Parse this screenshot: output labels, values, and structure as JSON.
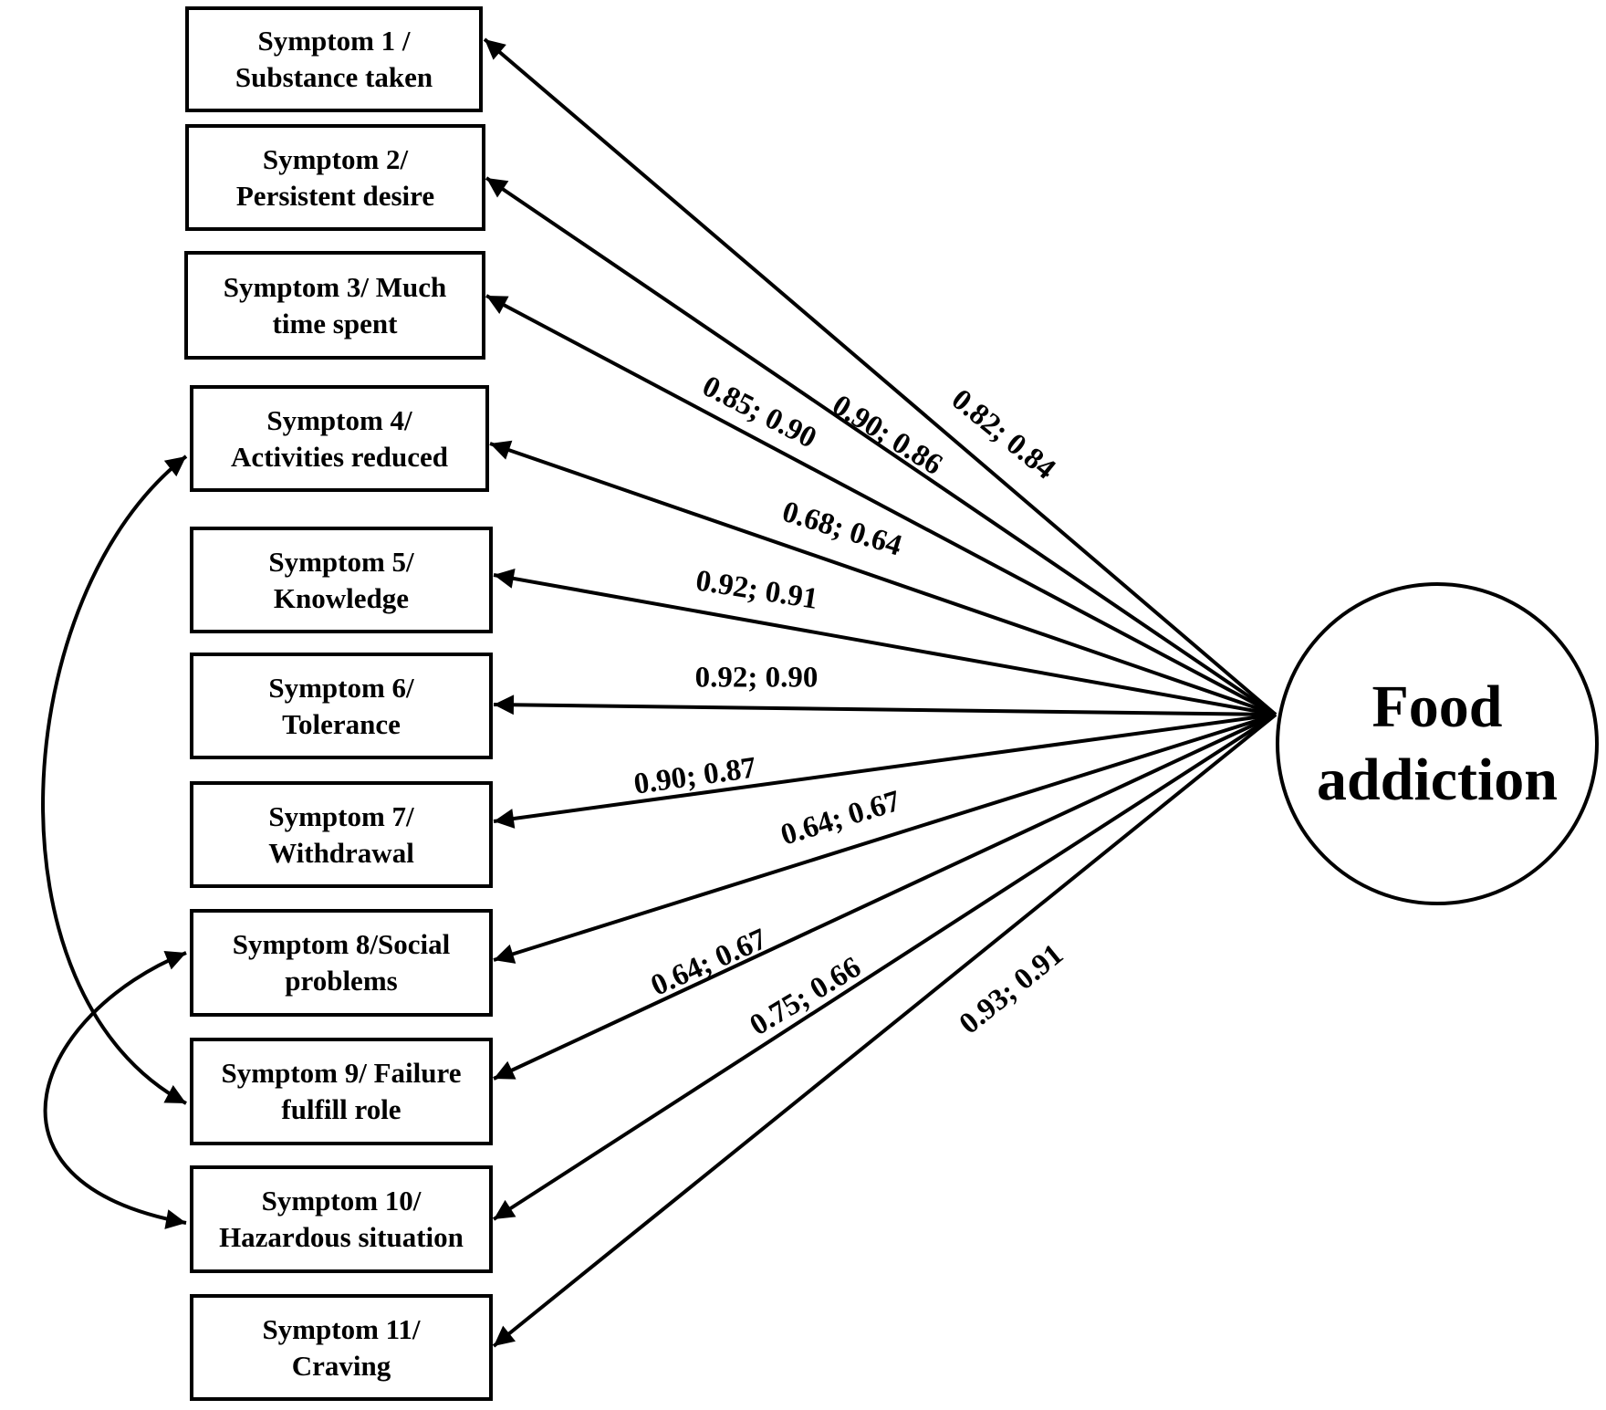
{
  "factor": {
    "label": "Food\naddiction"
  },
  "symptoms": [
    {
      "label": "Symptom 1 /\nSubstance taken",
      "loading": "0.82; 0.84"
    },
    {
      "label": "Symptom 2/\nPersistent desire",
      "loading": "0.90; 0.86"
    },
    {
      "label": "Symptom 3/ Much\ntime spent",
      "loading": "0.85; 0.90"
    },
    {
      "label": "Symptom 4/\nActivities reduced",
      "loading": "0.68; 0.64"
    },
    {
      "label": "Symptom 5/\nKnowledge",
      "loading": "0.92; 0.91"
    },
    {
      "label": "Symptom 6/\nTolerance",
      "loading": "0.92; 0.90"
    },
    {
      "label": "Symptom 7/\nWithdrawal",
      "loading": "0.90; 0.87"
    },
    {
      "label": "Symptom 8/Social\nproblems",
      "loading": "0.64; 0.67"
    },
    {
      "label": "Symptom 9/ Failure\nfulfill role",
      "loading": "0.64; 0.67"
    },
    {
      "label": "Symptom 10/\nHazardous situation",
      "loading": "0.75; 0.66"
    },
    {
      "label": "Symptom 11/\nCraving",
      "loading": "0.93; 0.91"
    }
  ],
  "correlations": [
    {
      "from": "Symptom 4",
      "to": "Symptom 9"
    },
    {
      "from": "Symptom 8",
      "to": "Symptom 10"
    }
  ],
  "colors": {
    "stroke": "#000000",
    "background": "#ffffff"
  }
}
